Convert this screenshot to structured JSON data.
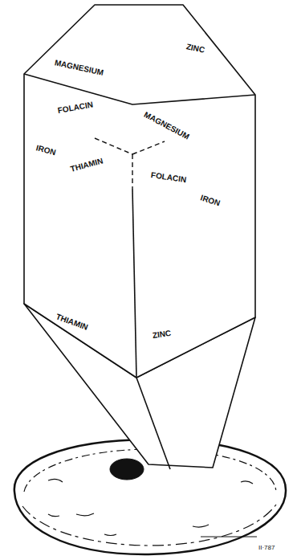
{
  "diagram": {
    "labels": [
      "MAGNESIUM",
      "ZINC",
      "FOLACIN",
      "MAGNESIUM",
      "IRON",
      "THIAMIN",
      "FOLACIN",
      "IRON",
      "THIAMIN",
      "ZINC",
      "II·787"
    ]
  }
}
